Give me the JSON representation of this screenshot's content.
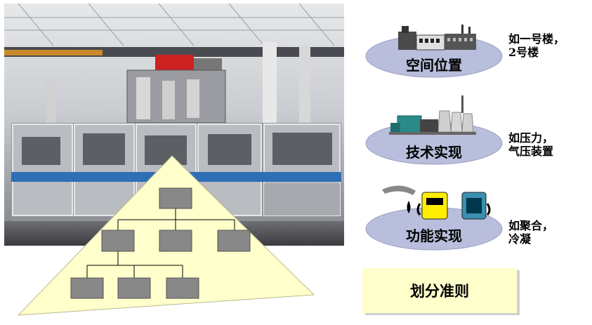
{
  "diagram": {
    "categories": [
      {
        "label": "空间位置",
        "note_lines": [
          "如一号楼，",
          "2号楼"
        ],
        "icon": "factory-building-icon"
      },
      {
        "label": "技术实现",
        "note_lines": [
          "如压力，",
          "气压装置"
        ],
        "icon": "power-plant-icon"
      },
      {
        "label": "功能实现",
        "note_lines": [
          "如聚合，",
          "冷凝"
        ],
        "icon": "fuel-pump-icon"
      }
    ],
    "criteria_label": "划分准则",
    "photo_icon": "industrial-machine-photo",
    "hierarchy_icon": "hierarchy-pyramid-icon",
    "colors": {
      "ellipse_fill": "#B8BEDB",
      "pyramid_fill": "#FFFFCC",
      "hierarchy_box": "#888888",
      "criteria_box": "#FFFFCC"
    }
  }
}
